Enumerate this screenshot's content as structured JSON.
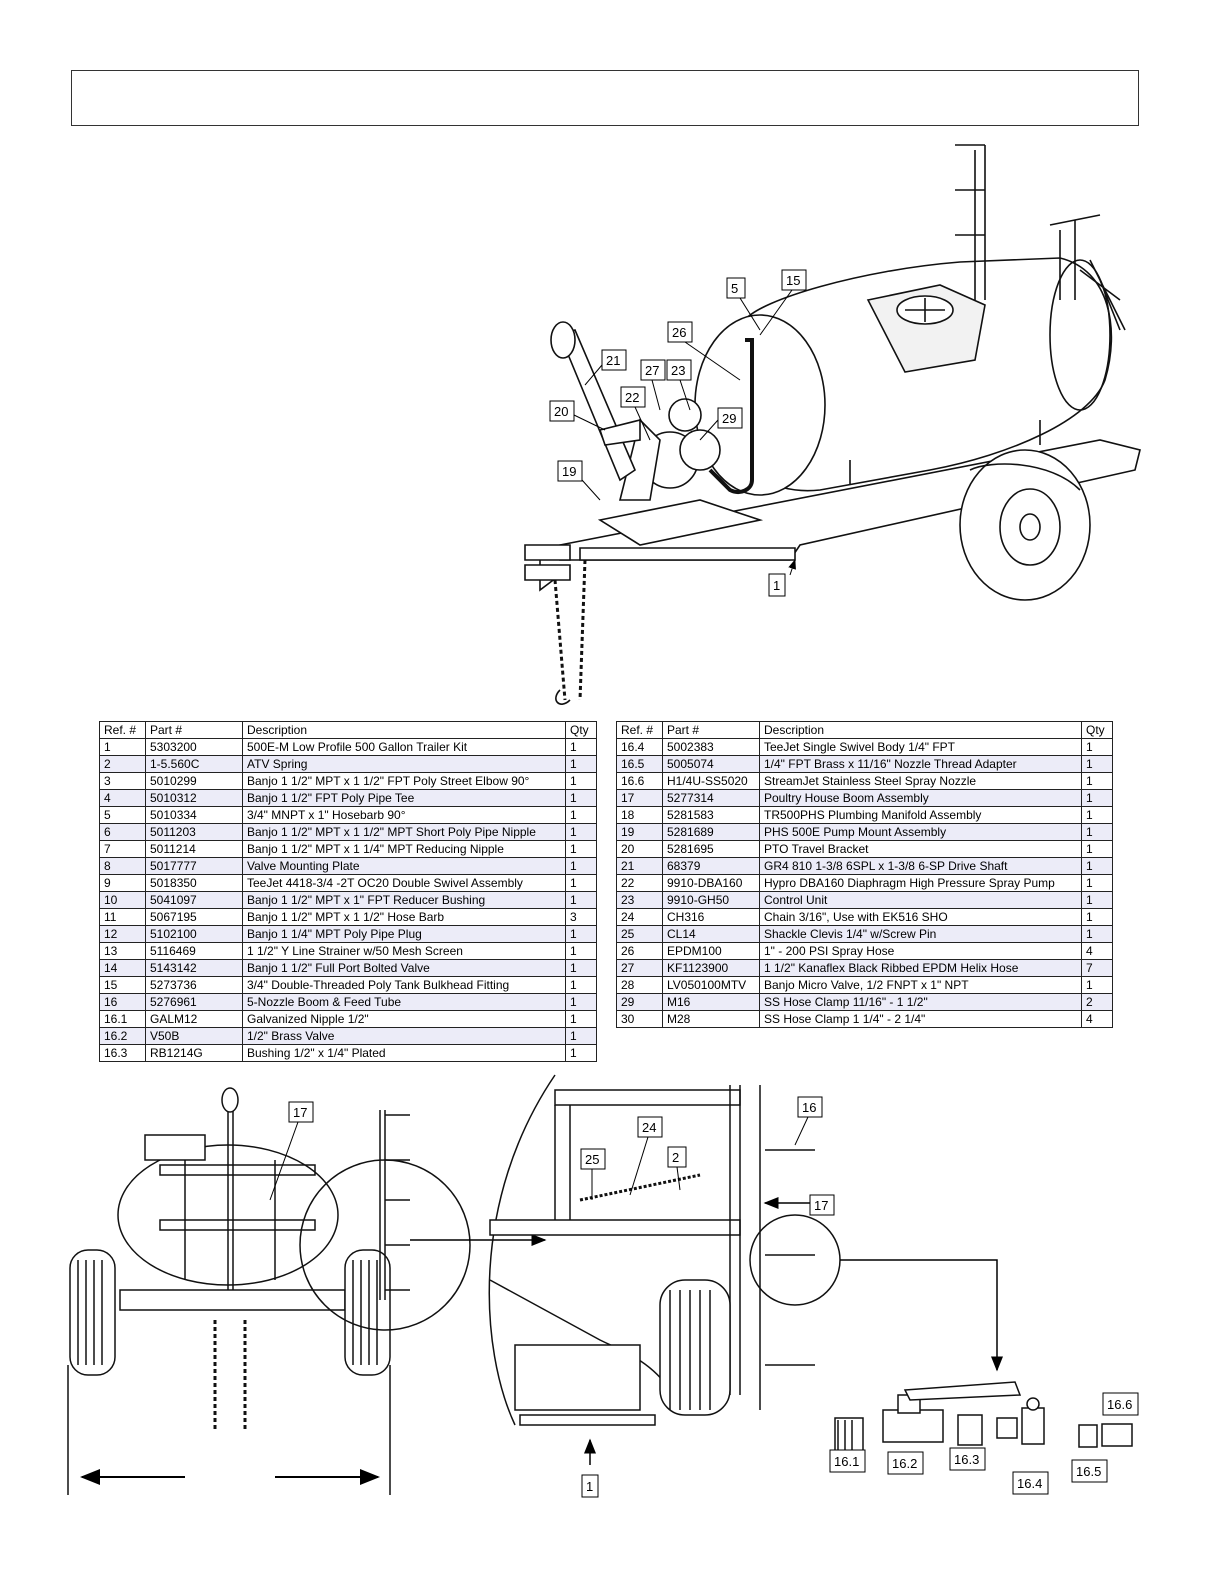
{
  "columns": [
    "Ref. #",
    "Part #",
    "Description",
    "Qty"
  ],
  "left_table": [
    [
      "1",
      "5303200",
      "500E-M Low Profile 500 Gallon Trailer Kit",
      "1"
    ],
    [
      "2",
      "1-5.560C",
      "ATV Spring",
      "1"
    ],
    [
      "3",
      "5010299",
      "Banjo 1 1/2\" MPT x 1 1/2\" FPT Poly Street Elbow 90°",
      "1"
    ],
    [
      "4",
      "5010312",
      "Banjo 1 1/2\" FPT Poly Pipe Tee",
      "1"
    ],
    [
      "5",
      "5010334",
      "3/4\" MNPT x 1\" Hosebarb 90°",
      "1"
    ],
    [
      "6",
      "5011203",
      "Banjo 1 1/2\" MPT x 1 1/2\" MPT Short Poly Pipe Nipple",
      "1"
    ],
    [
      "7",
      "5011214",
      "Banjo 1 1/2\" MPT x 1 1/4\" MPT Reducing Nipple",
      "1"
    ],
    [
      "8",
      "5017777",
      "Valve Mounting Plate",
      "1"
    ],
    [
      "9",
      "5018350",
      "TeeJet 4418-3/4 -2T OC20 Double Swivel Assembly",
      "1"
    ],
    [
      "10",
      "5041097",
      "Banjo 1 1/2\" MPT x 1\" FPT Reducer Bushing",
      "1"
    ],
    [
      "11",
      "5067195",
      "Banjo 1 1/2\" MPT x 1 1/2\" Hose Barb",
      "3"
    ],
    [
      "12",
      "5102100",
      "Banjo 1 1/4\" MPT Poly Pipe Plug",
      "1"
    ],
    [
      "13",
      "5116469",
      "1 1/2\" Y Line Strainer w/50 Mesh Screen",
      "1"
    ],
    [
      "14",
      "5143142",
      "Banjo 1 1/2\" Full Port Bolted Valve",
      "1"
    ],
    [
      "15",
      "5273736",
      "3/4\" Double-Threaded Poly Tank Bulkhead Fitting",
      "1"
    ],
    [
      "16",
      "5276961",
      "5-Nozzle Boom & Feed Tube",
      "1"
    ],
    [
      "16.1",
      "GALM12",
      "Galvanized Nipple 1/2\"",
      "1"
    ],
    [
      "16.2",
      "V50B",
      "1/2\" Brass Valve",
      "1"
    ],
    [
      "16.3",
      "RB1214G",
      "Bushing 1/2\" x 1/4\" Plated",
      "1"
    ]
  ],
  "right_table": [
    [
      "16.4",
      "5002383",
      "TeeJet Single Swivel Body 1/4\" FPT",
      "1"
    ],
    [
      "16.5",
      "5005074",
      "1/4\" FPT Brass x 11/16\" Nozzle Thread Adapter",
      "1"
    ],
    [
      "16.6",
      "H1/4U-SS5020",
      "StreamJet Stainless Steel Spray Nozzle",
      "1"
    ],
    [
      "17",
      "5277314",
      "Poultry House Boom Assembly",
      "1"
    ],
    [
      "18",
      "5281583",
      "TR500PHS Plumbing Manifold Assembly",
      "1"
    ],
    [
      "19",
      "5281689",
      "PHS 500E Pump Mount Assembly",
      "1"
    ],
    [
      "20",
      "5281695",
      "PTO Travel Bracket",
      "1"
    ],
    [
      "21",
      "68379",
      "GR4 810 1-3/8 6SPL x 1-3/8 6-SP Drive Shaft",
      "1"
    ],
    [
      "22",
      "9910-DBA160",
      "Hypro DBA160 Diaphragm High Pressure Spray Pump",
      "1"
    ],
    [
      "23",
      "9910-GH50",
      "Control Unit",
      "1"
    ],
    [
      "24",
      "CH316",
      "Chain 3/16\", Use with EK516 SHO",
      "1"
    ],
    [
      "25",
      "CL14",
      "Shackle Clevis 1/4\" w/Screw Pin",
      "1"
    ],
    [
      "26",
      "EPDM100",
      "1\" - 200 PSI Spray Hose",
      "4"
    ],
    [
      "27",
      "KF1123900",
      "1 1/2\" Kanaflex Black Ribbed EPDM Helix Hose",
      "7"
    ],
    [
      "28",
      "LV050100MTV",
      "Banjo Micro Valve, 1/2 FNPT x 1\" NPT",
      "1"
    ],
    [
      "29",
      "M16",
      "SS Hose Clamp 11/16\" - 1 1/2\"",
      "2"
    ],
    [
      "30",
      "M28",
      "SS Hose Clamp 1 1/4\" - 2 1/4\"",
      "4"
    ]
  ],
  "callouts_top": [
    "5",
    "15",
    "26",
    "21",
    "27",
    "23",
    "22",
    "20",
    "29",
    "19",
    "1"
  ],
  "callouts_bottom": [
    "17",
    "16",
    "24",
    "25",
    "2",
    "17",
    "1",
    "16.6",
    "16.1",
    "16.2",
    "16.3",
    "16.4",
    "16.5"
  ]
}
